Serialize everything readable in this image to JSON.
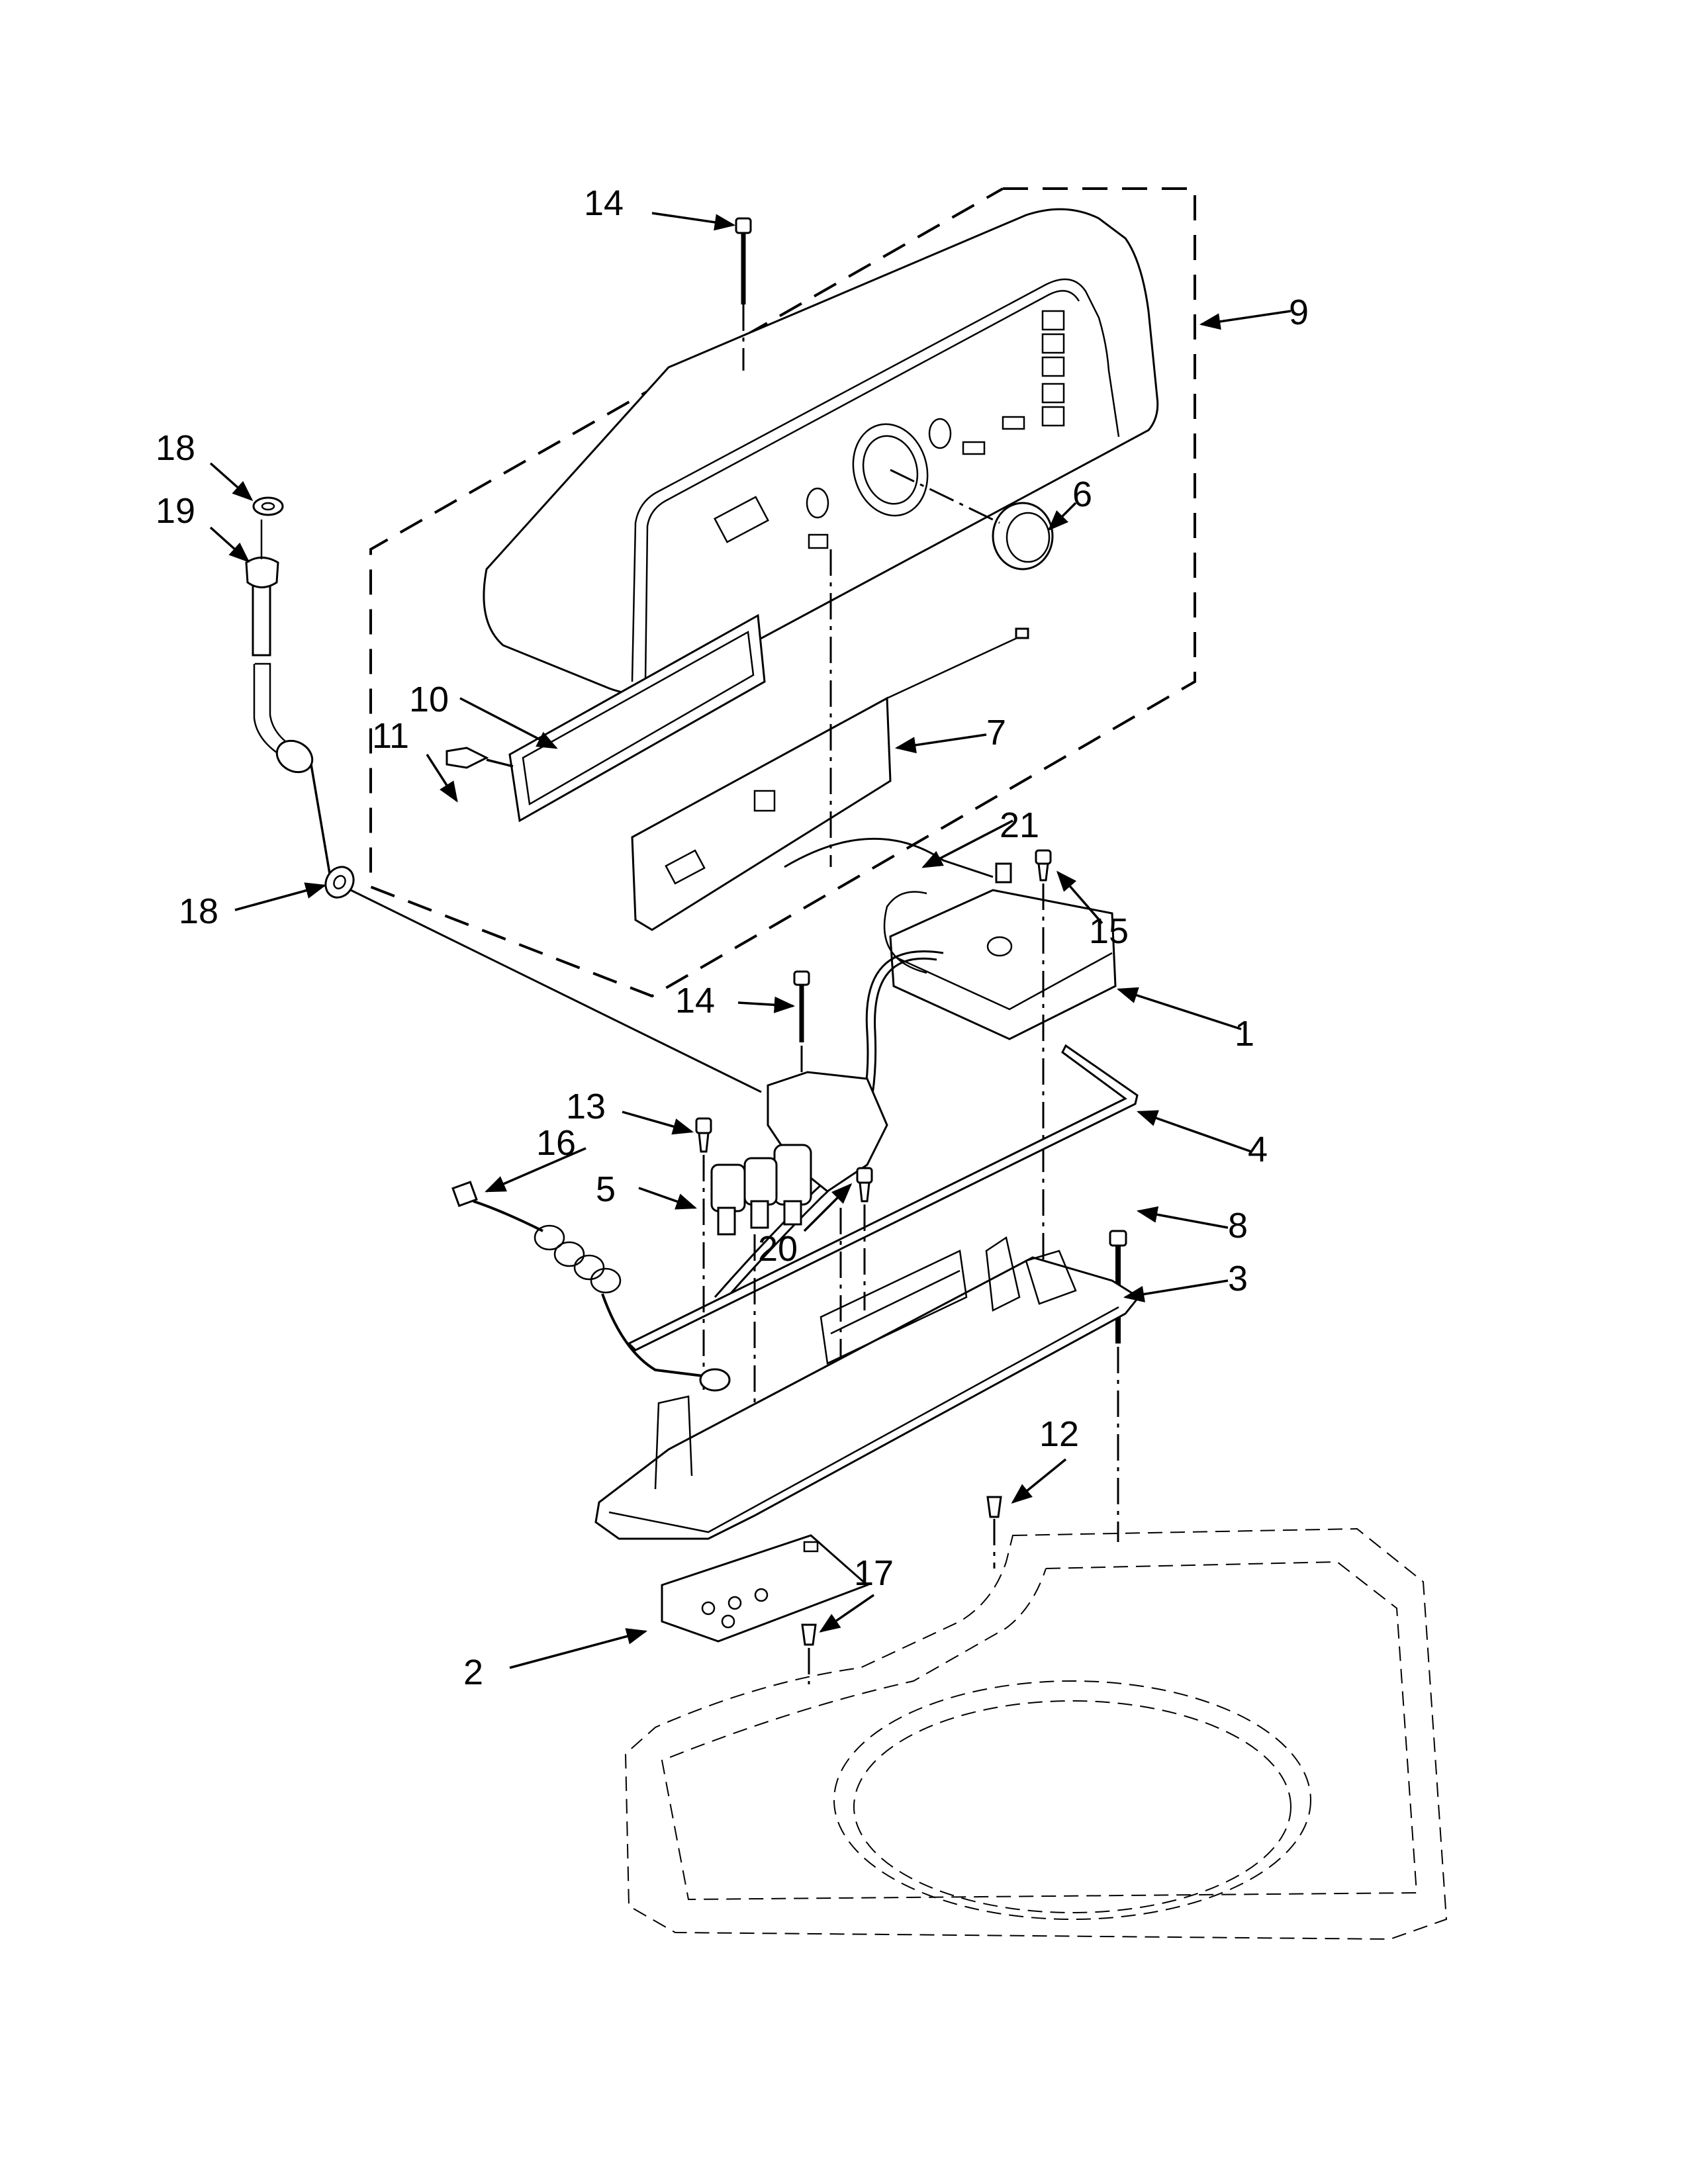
{
  "diagram": {
    "title": "Console and Water Inlet Parts",
    "callouts": [
      {
        "id": "c1",
        "label": "1"
      },
      {
        "id": "c2",
        "label": "2"
      },
      {
        "id": "c3",
        "label": "3"
      },
      {
        "id": "c4",
        "label": "4"
      },
      {
        "id": "c5",
        "label": "5"
      },
      {
        "id": "c6",
        "label": "6"
      },
      {
        "id": "c7",
        "label": "7"
      },
      {
        "id": "c8",
        "label": "8"
      },
      {
        "id": "c9",
        "label": "9"
      },
      {
        "id": "c10",
        "label": "10"
      },
      {
        "id": "c11",
        "label": "11"
      },
      {
        "id": "c12",
        "label": "12"
      },
      {
        "id": "c13",
        "label": "13"
      },
      {
        "id": "c14a",
        "label": "14"
      },
      {
        "id": "c14b",
        "label": "14"
      },
      {
        "id": "c15",
        "label": "15"
      },
      {
        "id": "c16",
        "label": "16"
      },
      {
        "id": "c17",
        "label": "17"
      },
      {
        "id": "c18a",
        "label": "18"
      },
      {
        "id": "c18b",
        "label": "18"
      },
      {
        "id": "c19",
        "label": "19"
      },
      {
        "id": "c20",
        "label": "20"
      },
      {
        "id": "c21",
        "label": "21"
      }
    ]
  }
}
